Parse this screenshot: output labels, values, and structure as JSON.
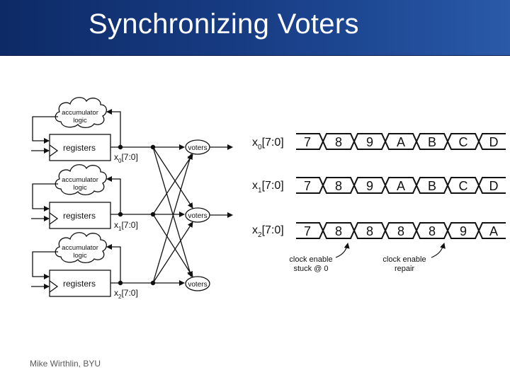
{
  "slide": {
    "title": "Synchronizing Voters",
    "footer": "Mike Wirthlin, BYU"
  },
  "circuit": {
    "accumulator_line1": "accumulator",
    "accumulator_line2": "logic",
    "registers_label": "registers",
    "voters_label": "voters",
    "outputs": [
      {
        "var": "x",
        "sub": "0",
        "range": "[7:0]"
      },
      {
        "var": "x",
        "sub": "1",
        "range": "[7:0]"
      },
      {
        "var": "x",
        "sub": "2",
        "range": "[7:0]"
      }
    ]
  },
  "timing": {
    "signals": [
      {
        "var": "x",
        "sub": "0",
        "range": "[7:0]",
        "values": [
          "7",
          "8",
          "9",
          "A",
          "B",
          "C",
          "D"
        ]
      },
      {
        "var": "x",
        "sub": "1",
        "range": "[7:0]",
        "values": [
          "7",
          "8",
          "9",
          "A",
          "B",
          "C",
          "D"
        ]
      },
      {
        "var": "x",
        "sub": "2",
        "range": "[7:0]",
        "values": [
          "7",
          "8",
          "8",
          "8",
          "8",
          "9",
          "A"
        ]
      }
    ],
    "annotations": [
      {
        "line1": "clock enable",
        "line2": "stuck @ 0"
      },
      {
        "line1": "clock enable",
        "line2": "repair"
      }
    ]
  }
}
